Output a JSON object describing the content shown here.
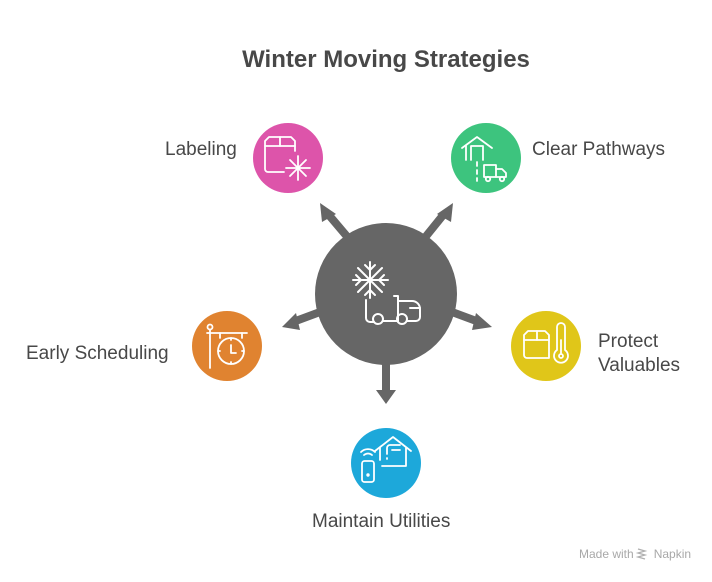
{
  "title": "Winter Moving Strategies",
  "center": {
    "icon": "snowflake-truck-icon",
    "color": "#666666"
  },
  "nodes": [
    {
      "label": "Labeling",
      "icon": "box-snowflake-icon",
      "color": "#DD54AA"
    },
    {
      "label": "Clear Pathways",
      "icon": "garage-truck-icon",
      "color": "#3DC47E"
    },
    {
      "label": "Protect",
      "label2": "Valuables",
      "icon": "box-thermometer-icon",
      "color": "#E0C619"
    },
    {
      "label": "Maintain Utilities",
      "icon": "smart-home-faucet-icon",
      "color": "#1DA8DA"
    },
    {
      "label": "Early Scheduling",
      "icon": "hanging-clock-icon",
      "color": "#E08330"
    }
  ],
  "footer": {
    "made_with": "Made with",
    "brand": "Napkin"
  }
}
